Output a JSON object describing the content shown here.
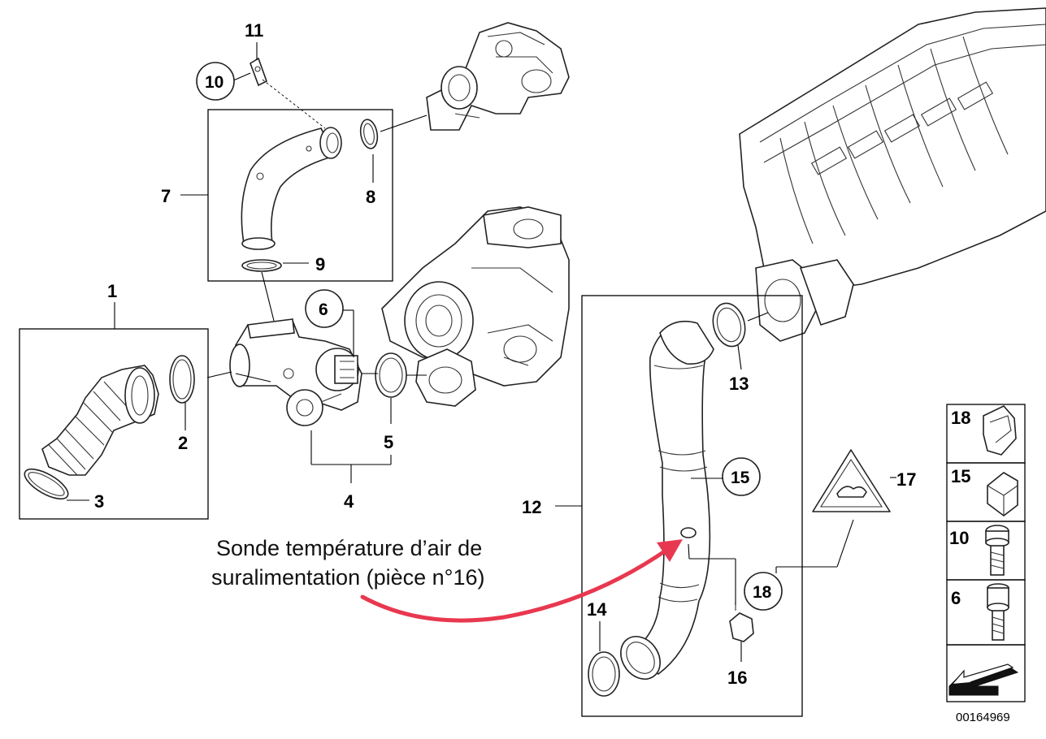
{
  "diagram": {
    "doc_number": "00164969",
    "annotation": {
      "line1": "Sonde température d’air de",
      "line2": "suralimentation (pièce n°16)",
      "arrow_color": "#e8384f"
    },
    "callouts": {
      "c1": "1",
      "c2": "2",
      "c3": "3",
      "c4": "4",
      "c5": "5",
      "c6": "6",
      "c7": "7",
      "c8": "8",
      "c9": "9",
      "c10": "10",
      "c11": "11",
      "c12": "12",
      "c13": "13",
      "c14": "14",
      "c15": "15",
      "c16": "16",
      "c17": "17",
      "c18": "18"
    },
    "legend": {
      "r18": "18",
      "r15": "15",
      "r10": "10",
      "r6": "6"
    }
  }
}
